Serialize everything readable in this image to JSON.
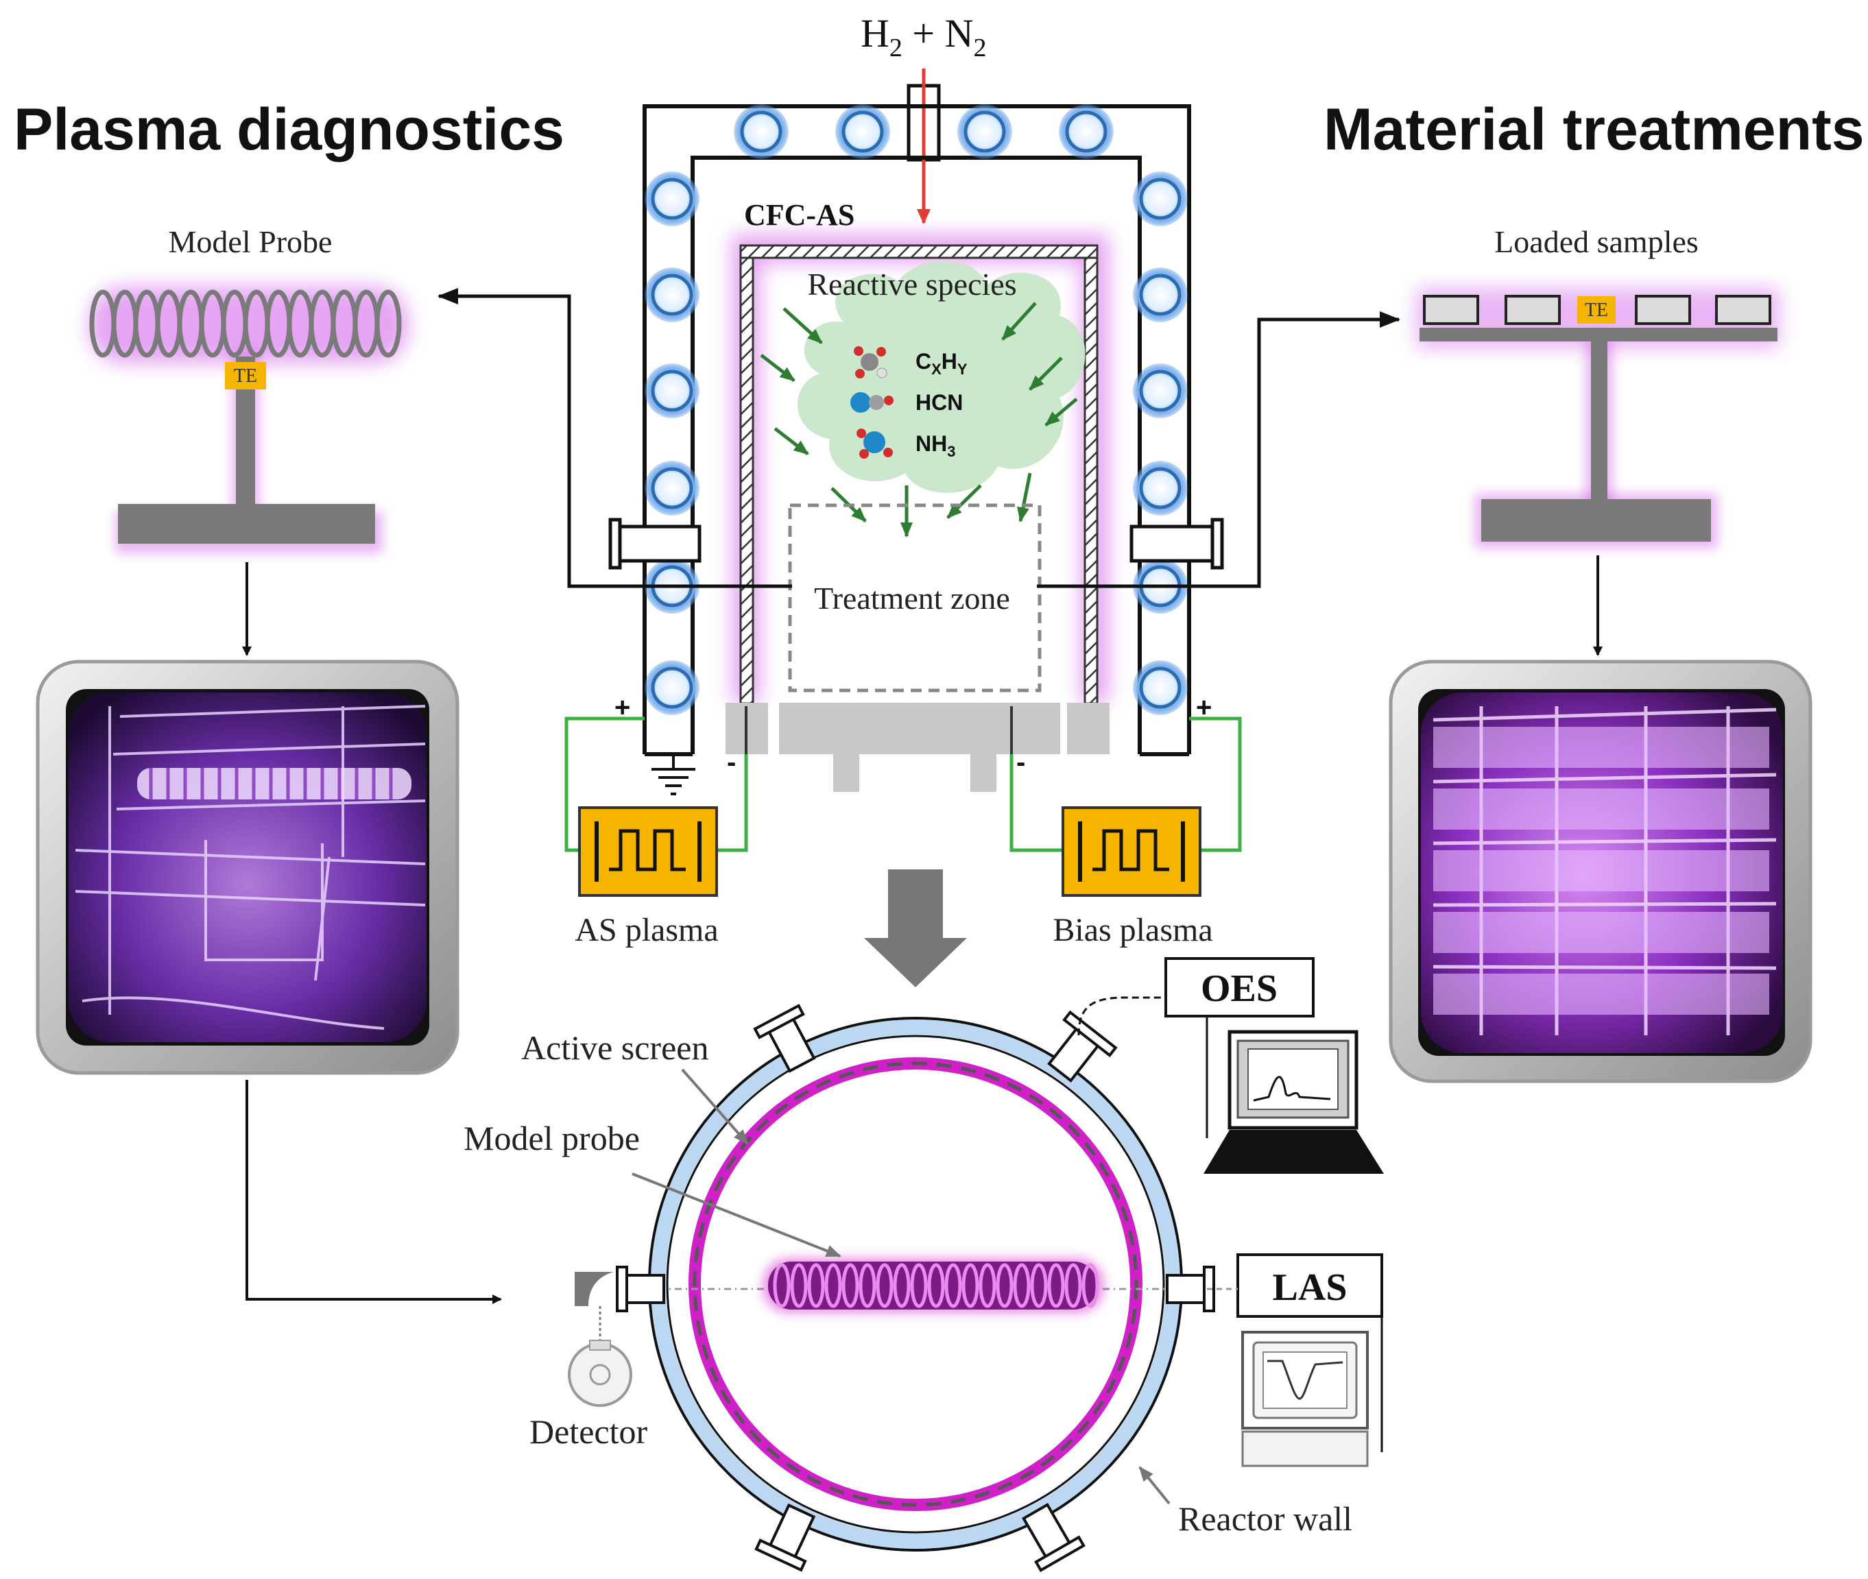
{
  "headings": {
    "left": "Plasma diagnostics",
    "right": "Material treatments"
  },
  "gas_inlet": {
    "label_parts": [
      "H",
      "2",
      " + N",
      "2"
    ]
  },
  "reactor": {
    "label": "CFC-AS",
    "reactive_species_label": "Reactive species",
    "species": [
      {
        "main": "C",
        "sub1": "X",
        "mid": "H",
        "sub2": "Y"
      },
      {
        "main": "HCN"
      },
      {
        "main": "NH",
        "sub1": "3"
      }
    ],
    "treatment_zone_label": "Treatment zone",
    "plus_left": "+",
    "minus_left": "-",
    "minus_right": "-",
    "plus_right": "+"
  },
  "power_supplies": {
    "left_label": "AS plasma",
    "right_label": "Bias plasma"
  },
  "left_panel": {
    "title": "Model Probe",
    "te_tag": "TE"
  },
  "right_panel": {
    "title": "Loaded samples",
    "te_tag": "TE"
  },
  "cross_section": {
    "active_screen": "Active screen",
    "model_probe": "Model probe",
    "detector": "Detector",
    "reactor_wall": "Reactor wall",
    "oes": "OES",
    "las": "LAS"
  },
  "colors": {
    "plasma_glow": "#d05ce8",
    "coil_blue": "#4a90e2",
    "power_supply": "#f4b400",
    "species_cloud": "#c8e6c9",
    "arrow_green": "#2e7d32",
    "gas_arrow": "#e53935",
    "circuit_green": "#3cb043",
    "photo_purple": "#8e44ad",
    "cross_magenta": "#d020c8",
    "cross_blue": "#bcd7f2"
  }
}
